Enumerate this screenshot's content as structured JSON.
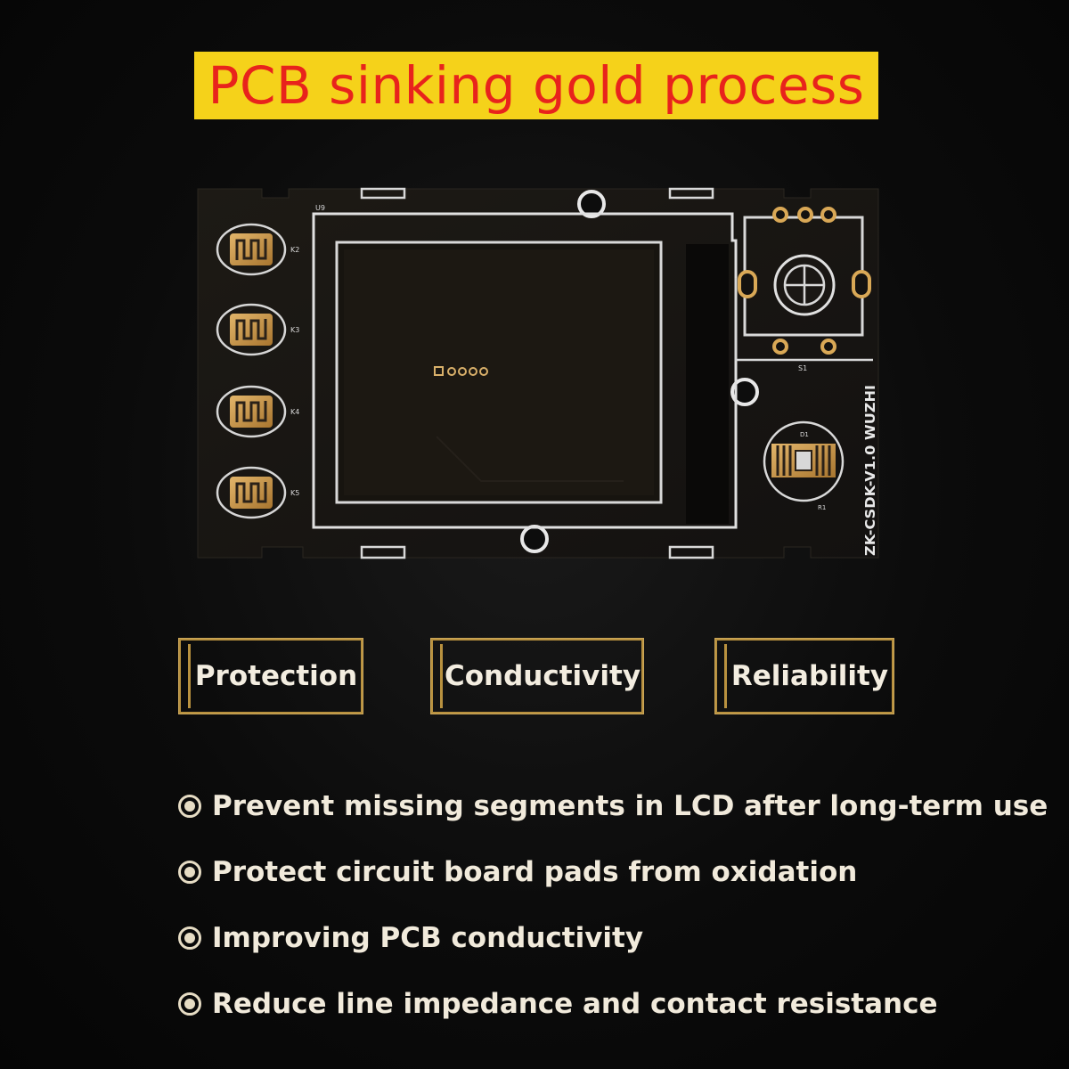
{
  "title": "PCB sinking gold process",
  "board": {
    "silkscreen_id": "ZK-CSDK-V1.0 WUZHI",
    "labels": {
      "u9": "U9",
      "k2": "K2",
      "k3": "K3",
      "k4": "K4",
      "k5": "K5",
      "s1": "S1",
      "d1": "D1",
      "r1": "R1"
    }
  },
  "features": [
    "Protection",
    "Conductivity",
    "Reliability"
  ],
  "bullets": [
    "Prevent missing segments in LCD after long-term use",
    "Protect circuit board pads from oxidation",
    "Improving PCB conductivity",
    "Reduce line impedance and contact resistance"
  ],
  "colors": {
    "banner": "#f5d21a",
    "title_text": "#e8231c",
    "gold": "#c8964a",
    "frame_gold": "#b8913f",
    "silkscreen": "#e8e8e8"
  }
}
